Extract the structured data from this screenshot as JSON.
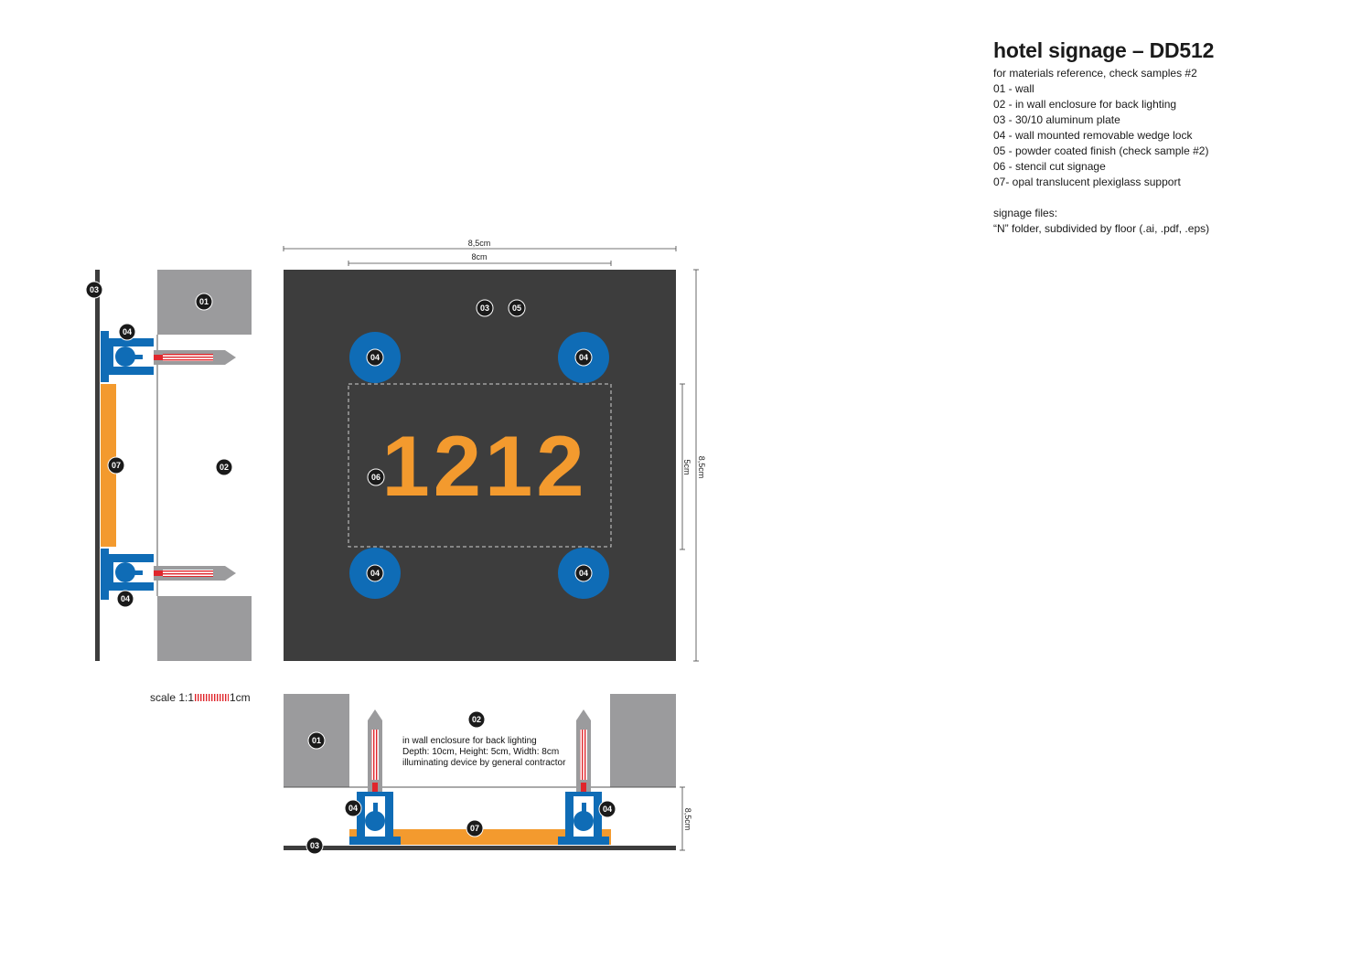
{
  "legend": {
    "title": "hotel signage – DD512",
    "reference": "for materials reference, check samples #2",
    "items": [
      "01 - wall",
      "02 - in wall enclosure for back lighting",
      "03 - 30/10 aluminum plate",
      "04 - wall mounted removable wedge lock",
      "05 - powder coated finish (check sample #2)",
      "06 - stencil cut signage",
      "07- opal translucent plexiglass support"
    ],
    "files_label": "signage files:",
    "files_detail": "“N” folder, subdivided by floor (.ai, .pdf, .eps)"
  },
  "dimensions": {
    "plate_width": "8,5cm",
    "inner_width": "8cm",
    "plate_height": "8,5cm",
    "inner_height": "5cm",
    "section_depth": "8,5cm"
  },
  "sign": {
    "number": "1212"
  },
  "scale": {
    "prefix": "scale 1:1",
    "unit": "1cm"
  },
  "section_note": {
    "line1": "in wall enclosure for back lighting",
    "line2": "Depth: 10cm, Height: 5cm, Width: 8cm",
    "line3": "illuminating device by general contractor"
  },
  "badges": {
    "b01": "01",
    "b02": "02",
    "b03": "03",
    "b04": "04",
    "b05": "05",
    "b06": "06",
    "b07": "07"
  },
  "colors": {
    "plate": "#3D3D3D",
    "wall": "#9B9B9D",
    "bracket": "#0F6CB6",
    "plexiglass": "#F39A2E",
    "screw": "#E0262C",
    "badge": "#1A1A1A"
  }
}
